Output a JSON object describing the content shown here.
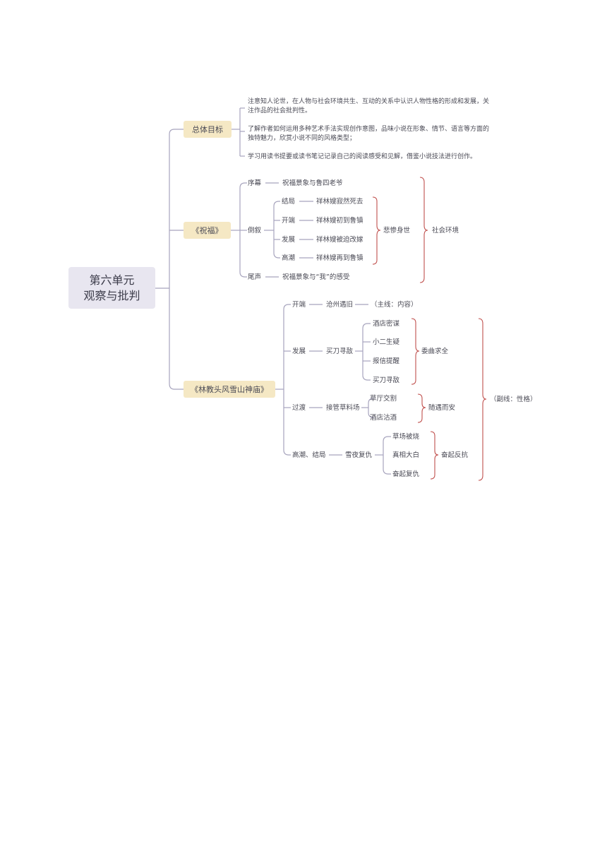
{
  "root": {
    "line1": "第六单元",
    "line2": "观察与批判"
  },
  "goals": {
    "label": "总体目标",
    "items": [
      {
        "line1": "注意知人论世，在人物与社会环境共生、互动的关系中认识人物性格的形成和发展，关",
        "line2": "注作品的社会批判性。"
      },
      {
        "line1": "了解作者如何运用多种艺术手法实现创作意图，品味小说在形象、情节、语言等方面的",
        "line2": "独特魅力，欣赏小说不同的风格类型；"
      },
      {
        "line1": "学习用读书提要或读书笔记记录自己的阅读感受和见解，借鉴小说技法进行创作。",
        "line2": ""
      }
    ]
  },
  "zhufu": {
    "label": "《祝福》",
    "prologue": {
      "label": "序幕",
      "text": "祝福景象与鲁四老爷"
    },
    "flashback": {
      "label": "倒叙",
      "items": [
        {
          "label": "结局",
          "text": "祥林嫂寂然死去"
        },
        {
          "label": "开端",
          "text": "祥林嫂初到鲁镇"
        },
        {
          "label": "发展",
          "text": "祥林嫂被迫改嫁"
        },
        {
          "label": "高潮",
          "text": "祥林嫂再到鲁镇"
        }
      ],
      "summary": "悲惨身世"
    },
    "epilogue": {
      "label": "尾声",
      "text": "祝福景象与“我”的感受"
    },
    "summary": "社会环境"
  },
  "lin": {
    "label": "《林教头风雪山神庙》",
    "start": {
      "label": "开端",
      "text": "沧州遇旧",
      "note": "（主线：内容）"
    },
    "develop": {
      "label": "发展",
      "text": "买刀寻敌",
      "items": [
        "酒店密谋",
        "小二生疑",
        "报信提醒",
        "买刀寻敌"
      ],
      "summary": "委曲求全"
    },
    "transition": {
      "label": "过渡",
      "text": "接管草料场",
      "items": [
        "草厅交割",
        "酒店沽酒"
      ],
      "summary": "随遇而安"
    },
    "climax": {
      "label": "高潮、结局",
      "text": "雪夜复仇",
      "items": [
        "草场被烧",
        "真相大白",
        "奋起复仇"
      ],
      "summary": "奋起反抗"
    },
    "note": "（副线：性格）"
  },
  "colors": {
    "root_bg": "#e8e6f0",
    "branch_bg": "#f5e8c4",
    "line": "#a7a4bd",
    "brace": "#c0504d",
    "text": "#4a4a55"
  }
}
